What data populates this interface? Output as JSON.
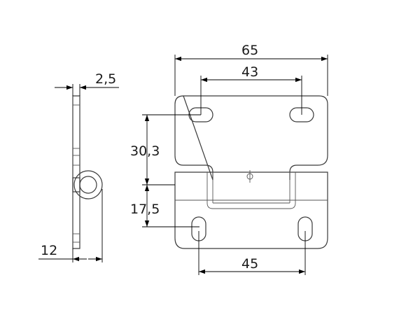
{
  "dimensions": {
    "overall_width": "65",
    "upper_slot_spacing": "43",
    "lower_slot_spacing": "45",
    "upper_height": "30,3",
    "lower_height": "17,5",
    "thickness": "2,5",
    "side_depth": "12"
  }
}
